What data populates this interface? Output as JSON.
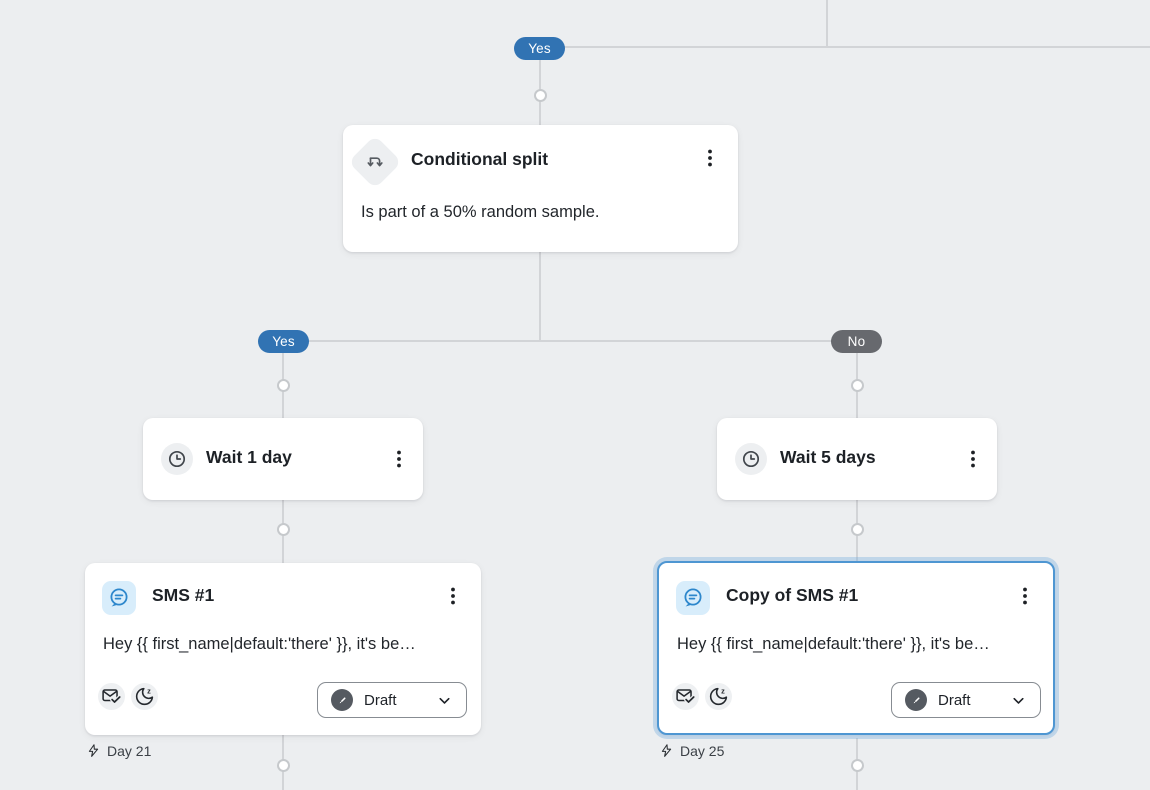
{
  "flow": {
    "top_branch_label": "Yes",
    "conditional_split": {
      "title": "Conditional split",
      "description": "Is part of a 50% random sample."
    },
    "yes_branch_label": "Yes",
    "no_branch_label": "No",
    "left_path": {
      "wait_title": "Wait 1 day",
      "sms_title": "SMS #1",
      "sms_preview": "Hey {{ first_name|default:'there' }}, it's be…",
      "sms_status": "Draft",
      "day_label": "Day 21"
    },
    "right_path": {
      "wait_title": "Wait 5 days",
      "sms_title": "Copy of SMS #1",
      "sms_preview": "Hey {{ first_name|default:'there' }}, it's be…",
      "sms_status": "Draft",
      "day_label": "Day 25"
    }
  },
  "colors": {
    "background": "#eceef0",
    "connector_line": "#d2d4d7",
    "yes_badge": "#3173b3",
    "no_badge": "#67696e",
    "selected_card_border": "#4e96d2",
    "sms_icon_bg": "#d8edfb",
    "sms_icon_stroke": "#2d87cc"
  }
}
